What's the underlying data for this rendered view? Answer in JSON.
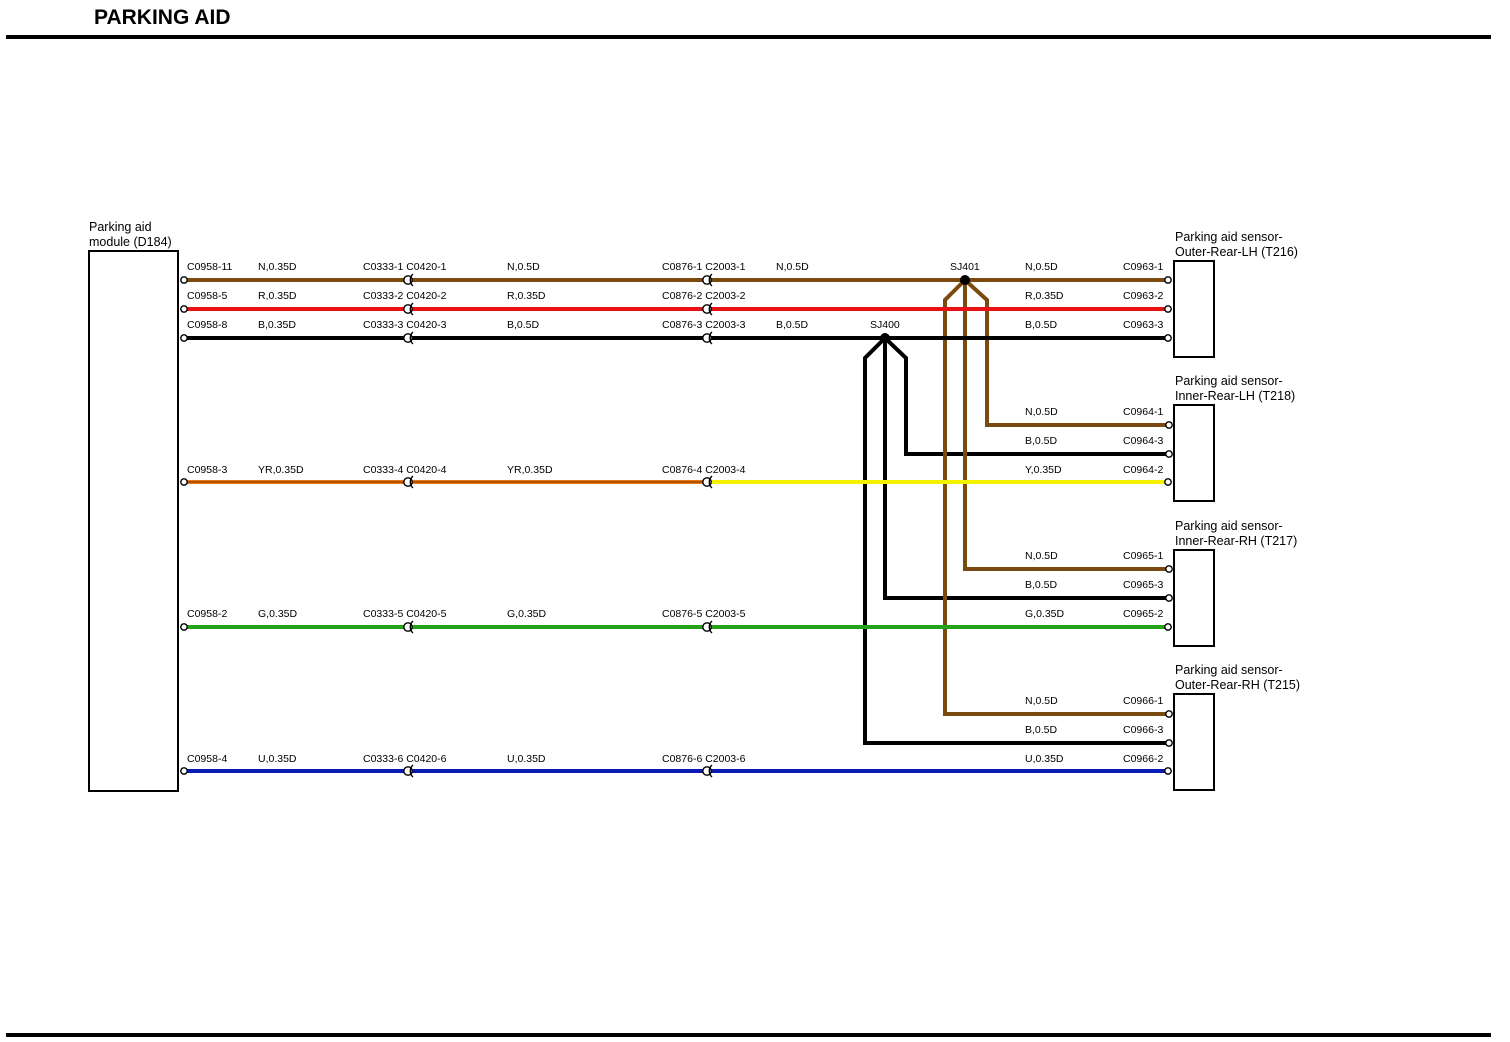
{
  "page": {
    "title": "PARKING AID"
  },
  "colors": {
    "N": "#7a4a0f",
    "R": "#e81212",
    "B": "#000000",
    "Y": "#f5f200",
    "YR_base": "#e87a10",
    "YR_stripe": "#7a2a00",
    "G": "#26a21a",
    "U": "#0a1ab4"
  },
  "module": {
    "name_line1": "Parking aid",
    "name_line2": "module (D184)"
  },
  "sensors": [
    {
      "name_line1": "Parking aid sensor-",
      "name_line2": "Outer-Rear-LH (T216)"
    },
    {
      "name_line1": "Parking aid sensor-",
      "name_line2": "Inner-Rear-LH (T218)"
    },
    {
      "name_line1": "Parking aid sensor-",
      "name_line2": "Inner-Rear-RH (T217)"
    },
    {
      "name_line1": "Parking aid sensor-",
      "name_line2": "Outer-Rear-RH (T215)"
    }
  ],
  "splices": [
    {
      "name": "SJ401"
    },
    {
      "name": "SJ400"
    }
  ],
  "main_wires": [
    {
      "color": "N",
      "src": "C0958-11",
      "spec1": "N,0.35D",
      "c1": "C0333-1 C0420-1",
      "spec2": "N,0.5D",
      "c2": "C0876-1 C2003-1",
      "spec3": "N,0.5D",
      "spec4": "N,0.5D",
      "dest": "C0963-1"
    },
    {
      "color": "R",
      "src": "C0958-5",
      "spec1": "R,0.35D",
      "c1": "C0333-2 C0420-2",
      "spec2": "R,0.35D",
      "c2": "C0876-2 C2003-2",
      "spec3": "",
      "spec4": "R,0.35D",
      "dest": "C0963-2"
    },
    {
      "color": "B",
      "src": "C0958-8",
      "spec1": "B,0.35D",
      "c1": "C0333-3 C0420-3",
      "spec2": "B,0.5D",
      "c2": "C0876-3 C2003-3",
      "spec3": "B,0.5D",
      "spec4": "B,0.5D",
      "dest": "C0963-3"
    },
    {
      "color": "YR",
      "src": "C0958-3",
      "spec1": "YR,0.35D",
      "c1": "C0333-4 C0420-4",
      "spec2": "YR,0.35D",
      "c2": "C0876-4 C2003-4",
      "spec3": "",
      "spec4": "Y,0.35D",
      "dest": "C0964-2"
    },
    {
      "color": "G",
      "src": "C0958-2",
      "spec1": "G,0.35D",
      "c1": "C0333-5 C0420-5",
      "spec2": "G,0.35D",
      "c2": "C0876-5 C2003-5",
      "spec3": "",
      "spec4": "G,0.35D",
      "dest": "C0965-2"
    },
    {
      "color": "U",
      "src": "C0958-4",
      "spec1": "U,0.35D",
      "c1": "C0333-6 C0420-6",
      "spec2": "U,0.35D",
      "c2": "C0876-6 C2003-6",
      "spec3": "",
      "spec4": "U,0.35D",
      "dest": "C0966-2"
    }
  ],
  "branch_wires": [
    {
      "color": "N",
      "spec": "N,0.5D",
      "dest": "C0964-1"
    },
    {
      "color": "B",
      "spec": "B,0.5D",
      "dest": "C0964-3"
    },
    {
      "color": "N",
      "spec": "N,0.5D",
      "dest": "C0965-1"
    },
    {
      "color": "B",
      "spec": "B,0.5D",
      "dest": "C0965-3"
    },
    {
      "color": "N",
      "spec": "N,0.5D",
      "dest": "C0966-1"
    },
    {
      "color": "B",
      "spec": "B,0.5D",
      "dest": "C0966-3"
    }
  ]
}
